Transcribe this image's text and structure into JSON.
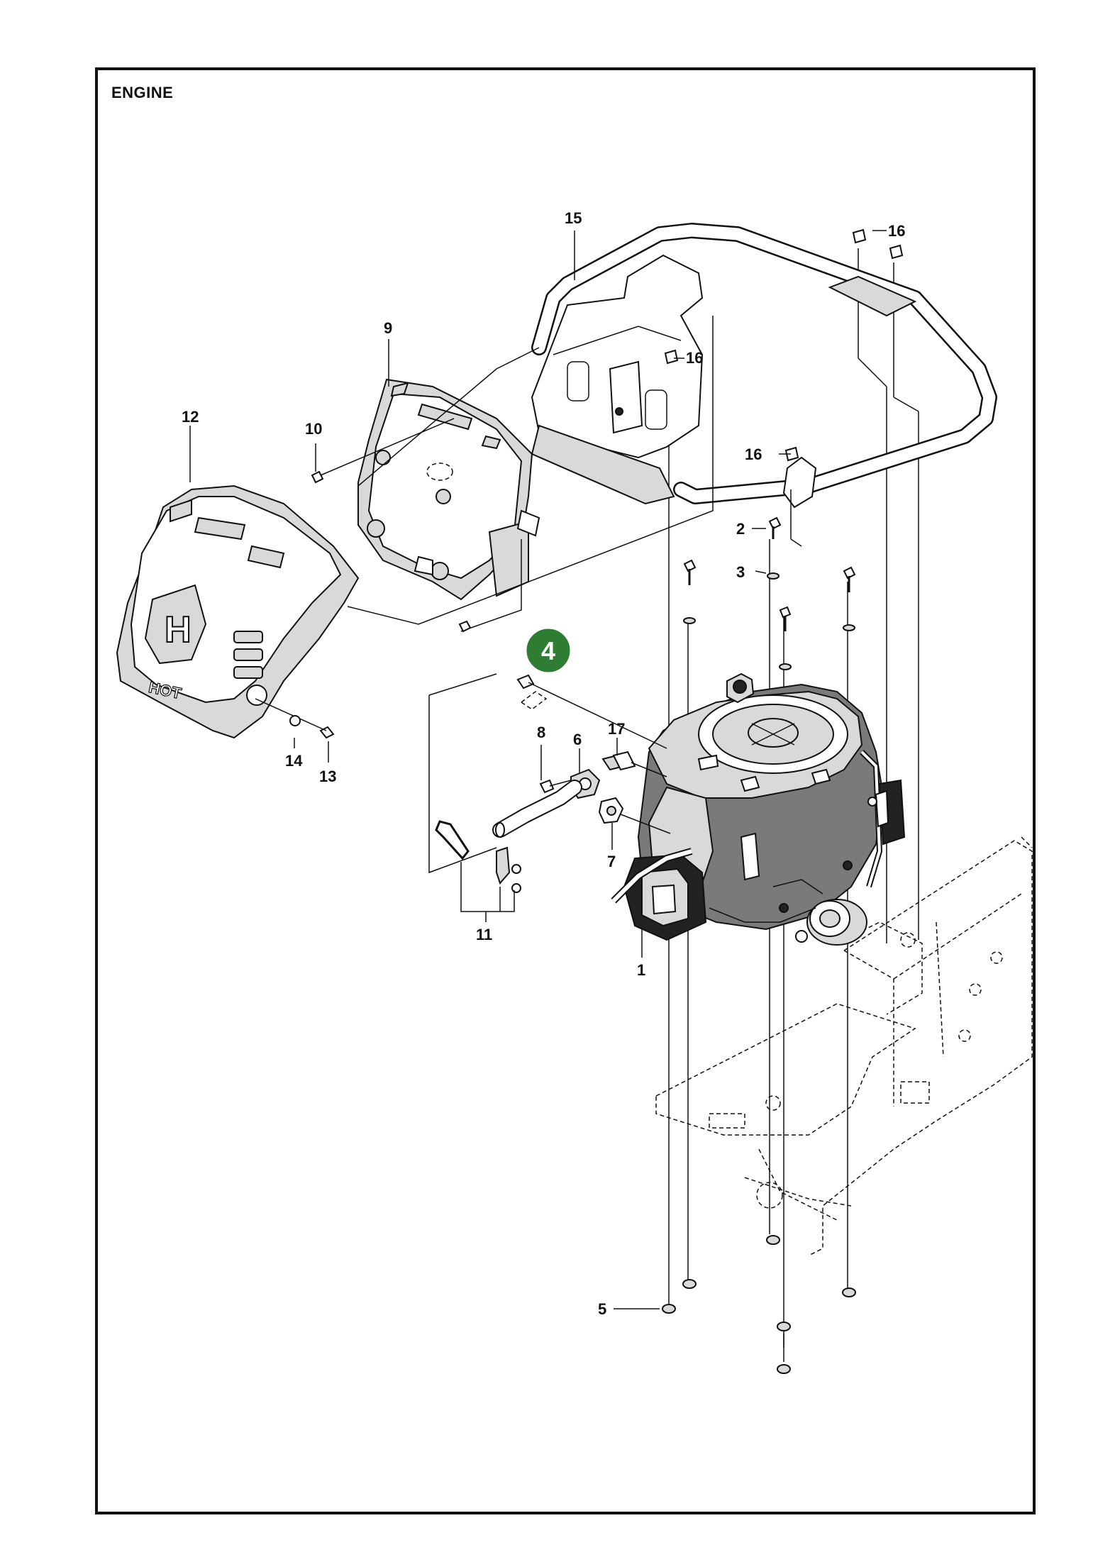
{
  "page": {
    "title": "ENGINE"
  },
  "callouts": [
    {
      "id": "c1",
      "label": "1"
    },
    {
      "id": "c2",
      "label": "2"
    },
    {
      "id": "c3",
      "label": "3"
    },
    {
      "id": "c4",
      "label": "4"
    },
    {
      "id": "c5",
      "label": "5"
    },
    {
      "id": "c6",
      "label": "6"
    },
    {
      "id": "c7",
      "label": "7"
    },
    {
      "id": "c8",
      "label": "8"
    },
    {
      "id": "c9",
      "label": "9"
    },
    {
      "id": "c10",
      "label": "10"
    },
    {
      "id": "c11",
      "label": "11"
    },
    {
      "id": "c12",
      "label": "12"
    },
    {
      "id": "c13",
      "label": "13"
    },
    {
      "id": "c14",
      "label": "14"
    },
    {
      "id": "c15",
      "label": "15"
    },
    {
      "id": "c16a",
      "label": "16"
    },
    {
      "id": "c16b",
      "label": "16"
    },
    {
      "id": "c16c",
      "label": "16"
    },
    {
      "id": "c17",
      "label": "17"
    }
  ],
  "highlight": {
    "label": "4",
    "color": "#2e7d32"
  },
  "hood_marking": {
    "logo": "H",
    "warning": "HOT"
  }
}
